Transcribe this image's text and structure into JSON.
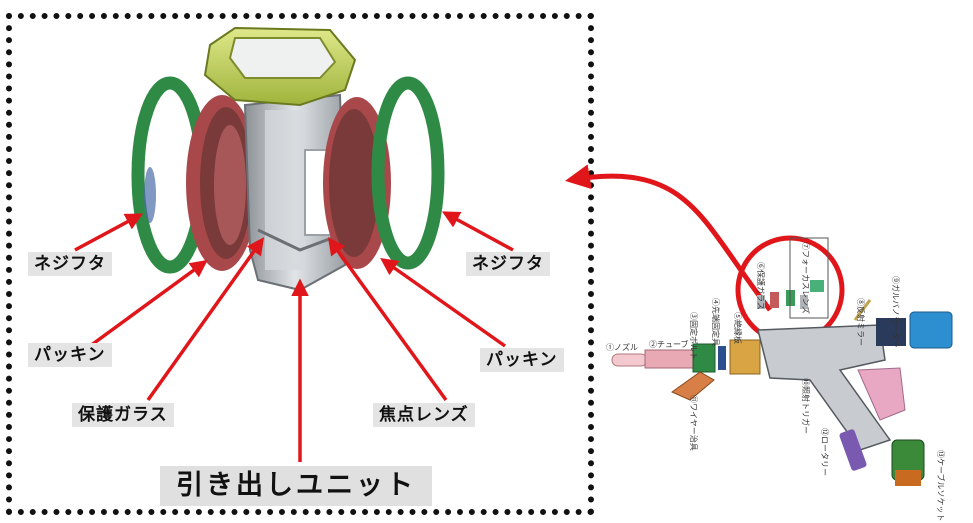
{
  "labels": {
    "neji_futa_left": "ネジフタ",
    "neji_futa_right": "ネジフタ",
    "packing_left": "パッキン",
    "packing_right": "パッキン",
    "protective_glass": "保護ガラス",
    "focus_lens": "焦点レンズ",
    "drawer_unit": "引き出しユニット"
  },
  "parts": {
    "p1": "①ノズル",
    "p2": "②チューブ",
    "p3": "③固定ボルト",
    "p4": "④先端固定具",
    "p5": "⑤絶縁板",
    "p6": "⑥保護ガラス",
    "p7": "⑦フォーカスレンズ",
    "p8": "⑧反射ミラー",
    "p9": "⑨ガルバノモーター",
    "p10": "⑩照射トリガー",
    "p11": "⑪ワイヤー治具",
    "p12": "⑫ロータリー",
    "p13": "⑬ケーブルソケット"
  },
  "colors": {
    "arrow": "#e0161b",
    "ring_green": "#2f8a46",
    "packing_red": "#c45a5a",
    "lid_yellow": "#c8d85a",
    "body_gray": "#b8bcc0"
  }
}
